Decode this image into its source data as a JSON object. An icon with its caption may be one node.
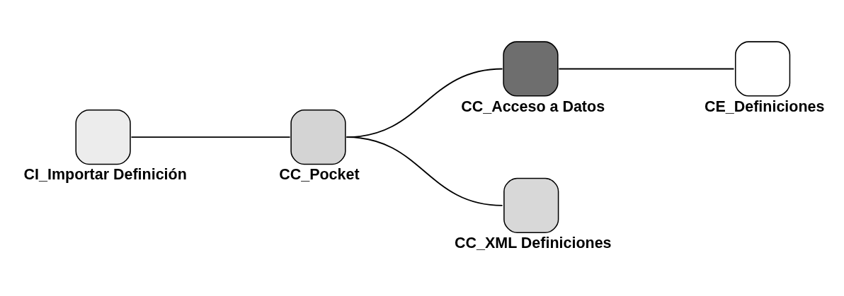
{
  "diagram": {
    "nodes": [
      {
        "text": [
          "CI_Importar Definición"
        ]
      },
      {
        "text": [
          "CC_Pocket"
        ]
      },
      {
        "text": [
          "CC_Acceso a Datos"
        ]
      },
      {
        "text": [
          "CE_Definiciones"
        ]
      },
      {
        "text": [
          "CC_XML Definiciones"
        ]
      }
    ],
    "edges": [
      {
        "from": 0,
        "to": 1,
        "arrow": "none"
      },
      {
        "from": 1,
        "to": 2,
        "arrow": "none"
      },
      {
        "from": 2,
        "to": 3,
        "arrow": "none"
      },
      {
        "from": 1,
        "to": 4,
        "arrow": "none"
      }
    ]
  }
}
